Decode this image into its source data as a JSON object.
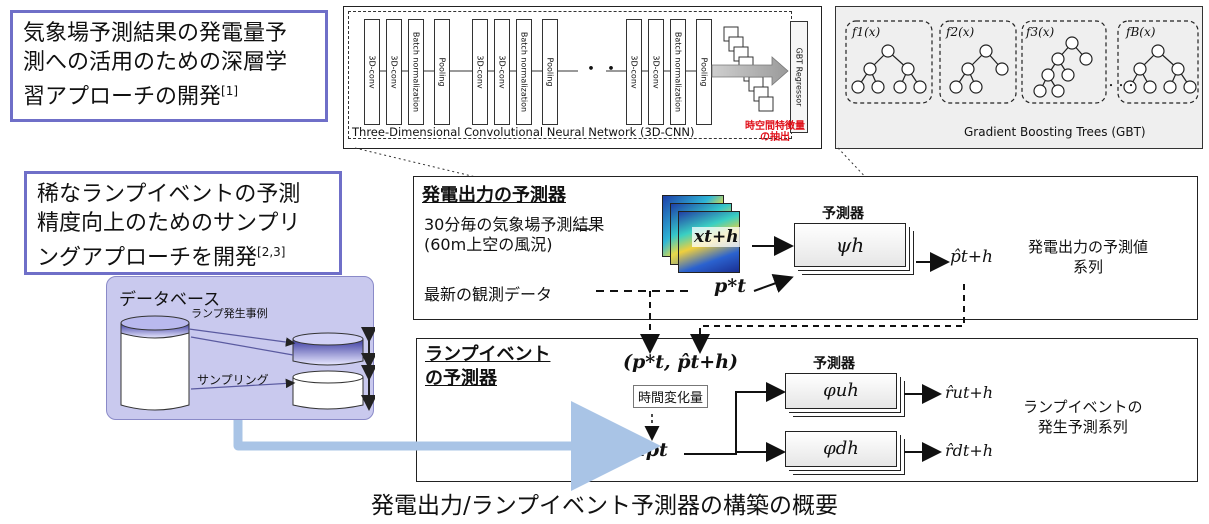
{
  "callouts": {
    "deep_learning": {
      "line1": "気象場予測結果の発電量予",
      "line2": "測への活用のための深層学",
      "line3": "習アプローチの開発",
      "ref": "[1]"
    },
    "sampling": {
      "line1": "稀なランプイベントの予測",
      "line2": "精度向上のためのサンプリ",
      "line3": "ングアプローチを開発",
      "ref": "[2,3]"
    }
  },
  "cnn": {
    "layers": [
      "3D-conv",
      "3D-conv",
      "Batch normalization",
      "Pooling",
      "3D-conv",
      "3D-conv",
      "Batch normalization",
      "Pooling",
      "3D-conv",
      "3D-conv",
      "Batch normalization",
      "Pooling"
    ],
    "ellipsis": "・・・",
    "regressor": "GBT Regressor",
    "title": "Three-Dimensional Convolutional Neural Network (3D-CNN)",
    "feature_label_1": "時空間特徴量",
    "feature_label_2": "の抽出"
  },
  "gbt": {
    "trees": [
      "f1(x)",
      "f2(x)",
      "f3(x)",
      "fB(x)"
    ],
    "dots": "・・・",
    "title": "Gradient Boosting Trees (GBT)"
  },
  "power_panel": {
    "title": "発電出力の予測器",
    "input1_line1": "30分毎の気象場予測結果",
    "input1_line2": "(60m上空の風況)",
    "input2": "最新の観測データ",
    "predictor_label": "予測器",
    "psi": "ψh",
    "x_var": "xt+h",
    "p_star": "p*t",
    "p_hat": "p̂t+h",
    "output_line1": "発電出力の予測値",
    "output_line2": "系列"
  },
  "ramp_panel": {
    "title_line1": "ランプイベント",
    "title_line2": "の予測器",
    "pair": "(p*t, p̂t+h)",
    "time_change": "時間変化量",
    "delta": "Δpt",
    "predictor_label": "予測器",
    "phi_u": "φuh",
    "phi_d": "φdh",
    "r_u": "r̂ut+h",
    "r_d": "r̂dt+h",
    "output_line1": "ランプイベントの",
    "output_line2": "発生予測系列"
  },
  "database": {
    "title": "データベース",
    "ramp_cases": "ランプ発生事例",
    "sampling": "サンプリング"
  },
  "caption": "発電出力/ランプイベント予測器の構築の概要",
  "colors": {
    "callout_border": "#6f6fc8",
    "db_fill": "#c9c9ee",
    "arrow_blue": "#a9c4e6",
    "feature_red": "#e0101a"
  }
}
